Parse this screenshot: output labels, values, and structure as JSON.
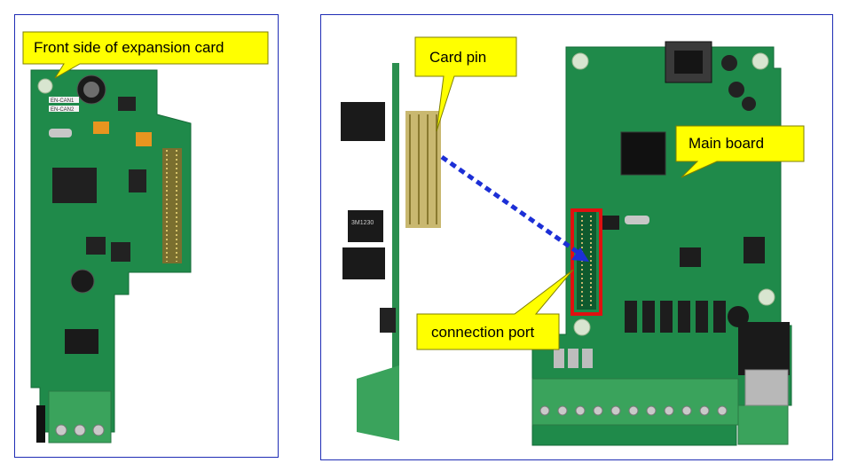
{
  "callouts": {
    "front_side": "Front side of expansion card",
    "card_pin": "Card pin",
    "main_board": "Main board",
    "connection_port": "connection port"
  },
  "board_text": {
    "can_label_1": "EN-CAN1",
    "can_label_2": "EN-CAN2",
    "capacitor_label": "3M1230"
  },
  "colors": {
    "frame_border": "#1f2db5",
    "callout_fill": "#ffff00",
    "callout_border": "#7f7f00",
    "pcb_green": "#1f8a4a",
    "terminal_green": "#3aa35c",
    "arrow_blue": "#1c2fd6",
    "highlight_red": "#e01010"
  }
}
